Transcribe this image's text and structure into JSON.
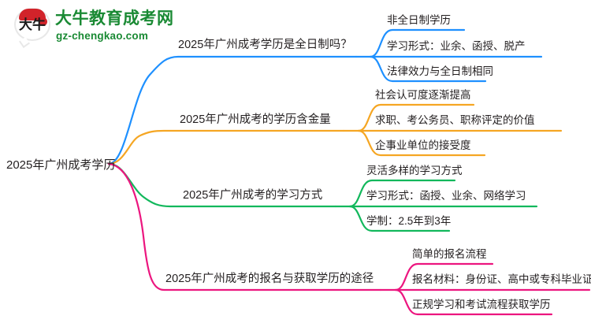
{
  "logo": {
    "mark_text": "大牛",
    "title": "大牛教育成考网",
    "domain": "gz-chengkao.com",
    "brand_color": "#1a8a34",
    "mark_color": "#d2232a"
  },
  "mindmap": {
    "root": {
      "label": "2025年广州成考学历"
    },
    "branches": [
      {
        "label": "2025年广州成考学历是全日制吗？",
        "color": "#1e90ff",
        "children": [
          {
            "label": "非全日制学历"
          },
          {
            "label": "学习形式：业余、函授、脱产"
          },
          {
            "label": "法律效力与全日制相同"
          }
        ]
      },
      {
        "label": "2025年广州成考的学历含金量",
        "color": "#f5a623",
        "children": [
          {
            "label": "社会认可度逐渐提高"
          },
          {
            "label": "求职、考公务员、职称评定的价值"
          },
          {
            "label": "企事业单位的接受度"
          }
        ]
      },
      {
        "label": "2025年广州成考的学习方式",
        "color": "#12b85c",
        "children": [
          {
            "label": "灵活多样的学习方式"
          },
          {
            "label": "学习形式：函授、业余、网络学习"
          },
          {
            "label": "学制：2.5年到3年"
          }
        ]
      },
      {
        "label": "2025年广州成考的报名与获取学历的途径",
        "color": "#ec167f",
        "children": [
          {
            "label": "简单的报名流程"
          },
          {
            "label": "报名材料：身份证、高中或专科毕业证"
          },
          {
            "label": "正规学习和考试流程获取学历"
          }
        ]
      }
    ]
  }
}
